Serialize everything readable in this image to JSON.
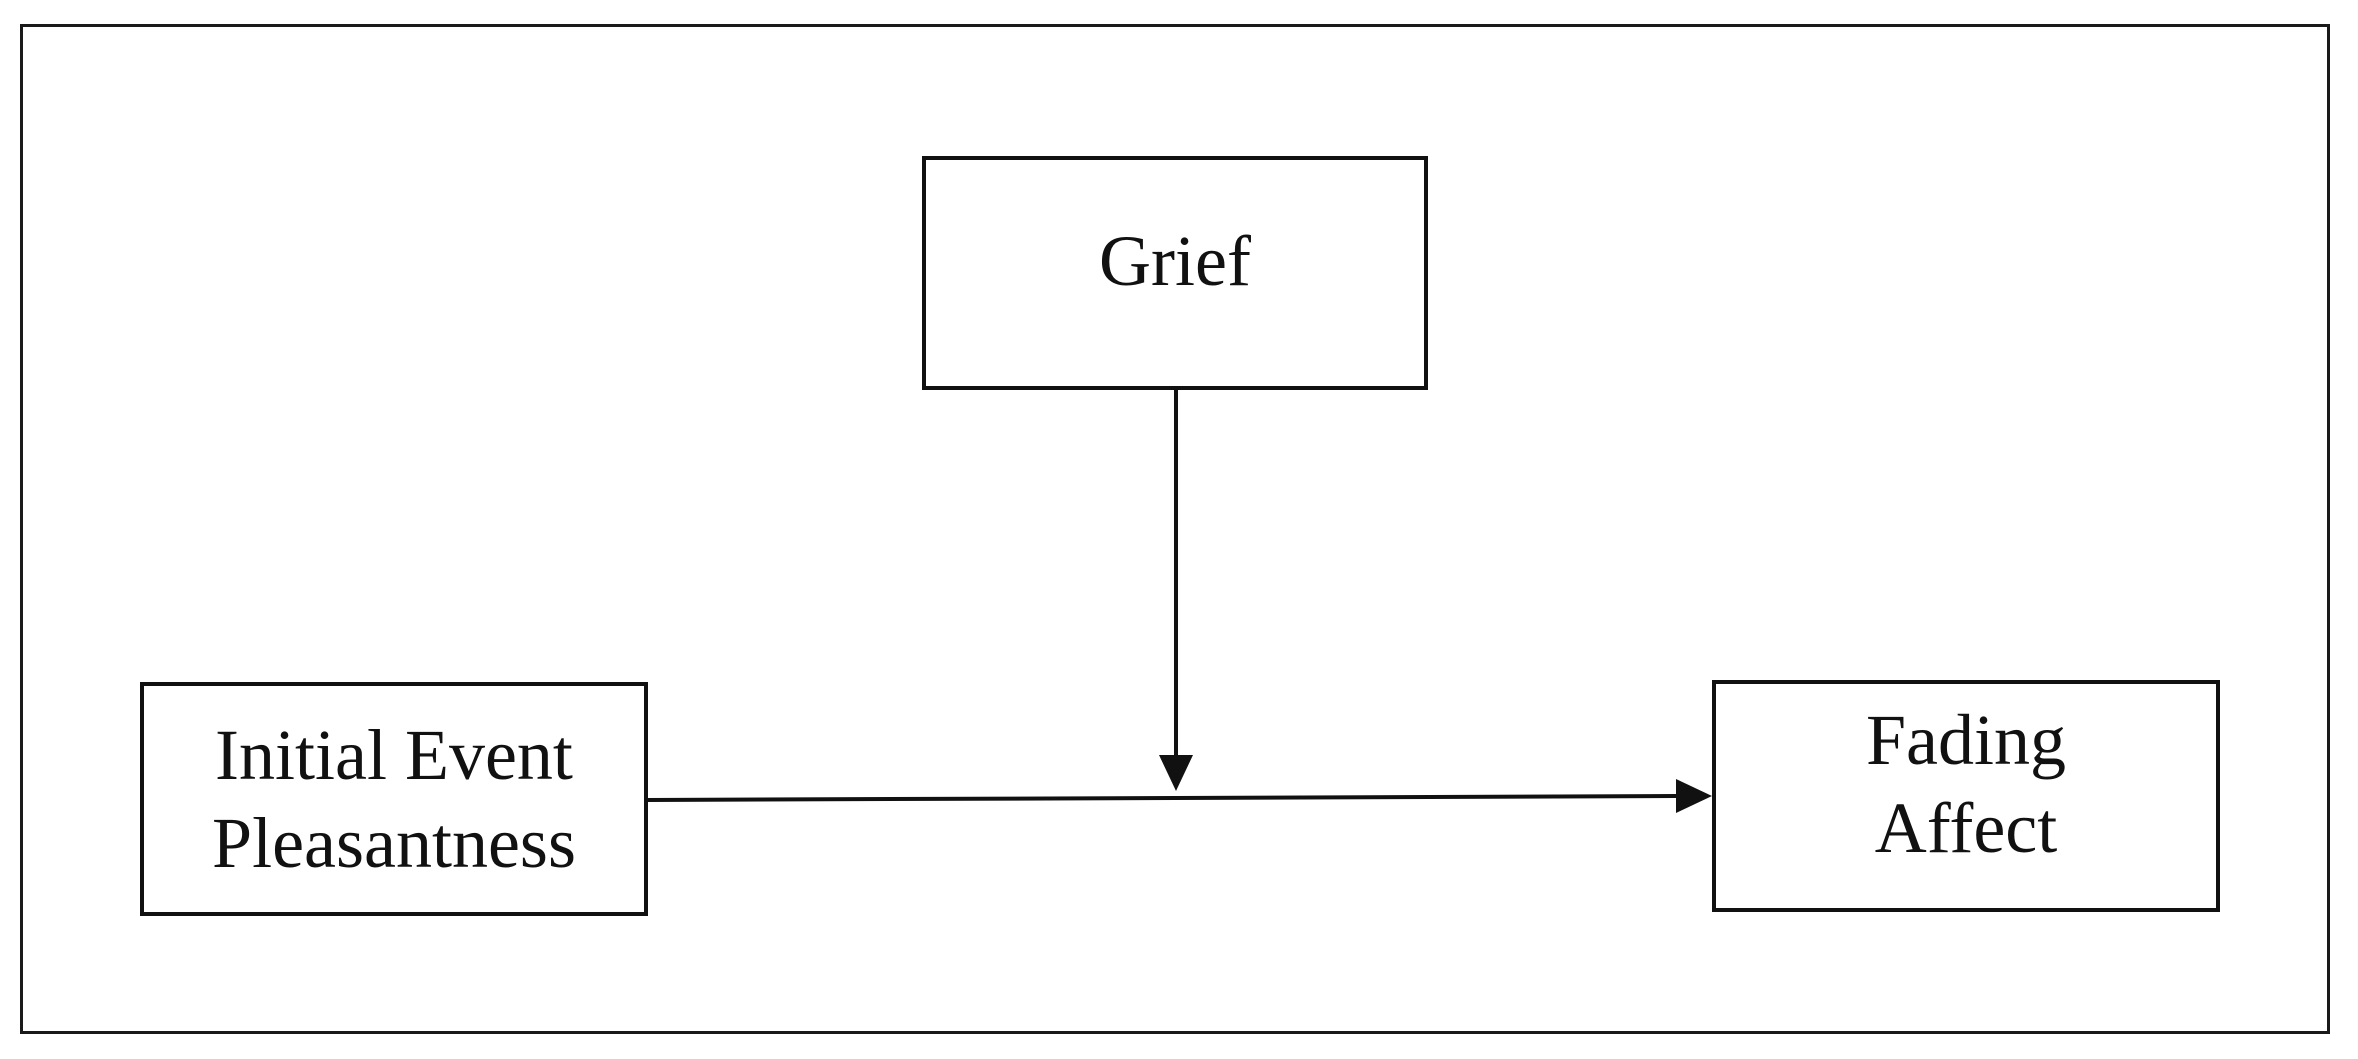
{
  "diagram": {
    "nodes": {
      "grief": {
        "label": "Grief"
      },
      "initial_event_pleasantness": {
        "label": "Initial Event\nPleasantness"
      },
      "fading_affect": {
        "label": "Fading\nAffect"
      }
    },
    "edges": [
      {
        "from": "initial_event_pleasantness",
        "to": "fading_affect",
        "kind": "direct-effect"
      },
      {
        "from": "grief",
        "to": "initial_event_pleasantness->fading_affect",
        "kind": "moderation"
      }
    ],
    "colors": {
      "stroke": "#111111",
      "background": "#ffffff"
    }
  }
}
